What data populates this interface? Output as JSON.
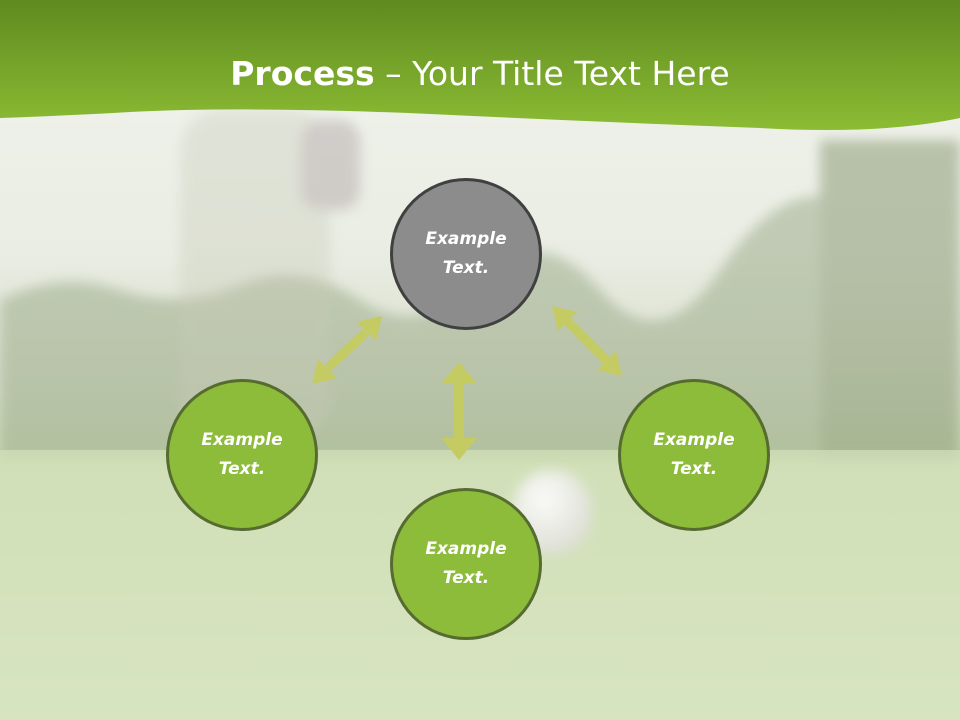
{
  "title": {
    "bold": "Process",
    "rest": " – Your Title Text Here"
  },
  "nodes": [
    {
      "label": "Example\nText."
    },
    {
      "label": "Example\nText."
    },
    {
      "label": "Example\nText."
    },
    {
      "label": "Example\nText."
    }
  ],
  "colors": {
    "banner": "#7fb02f",
    "node_grey": "#8c8c8c",
    "node_green": "#8dbb3a",
    "arrow": "#c4cb62"
  }
}
